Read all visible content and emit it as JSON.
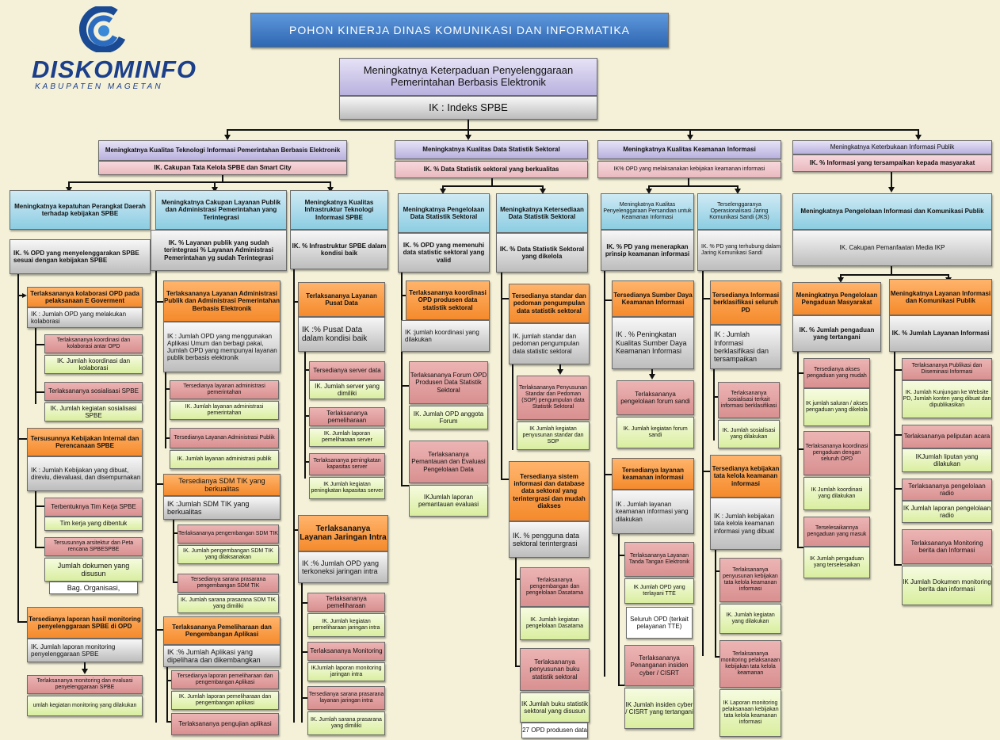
{
  "header": {
    "title": "POHON KINERJA DINAS KOMUNIKASI DAN INFORMATIKA",
    "logo_text": "DISKOMINFO",
    "logo_sub": "KABUPATEN MAGETAN"
  },
  "top": {
    "goal": "Meningkatnya Keterpaduan Penyelenggaraan Pemerintahan Berbasis Elektronik",
    "indicator": "IK : Indeks SPBE"
  },
  "col1": {
    "title": "Meningkatnya Kualitas Teknologi Informasi Pemerintahan Berbasis Elektronik",
    "ik": "IK. Cakupan Tata Kelola SPBE dan Smart City",
    "a_title": "Meningkatnya kepatuhan Perangkat Daerah terhadap kebijakan SPBE",
    "a_ik": "IK. % OPD yang menyelenggarakan SPBE sesuai dengan kebijakan SPBE",
    "a1": "Terlaksananya kolaborasi OPD pada pelaksanaan E Goverment",
    "a1_ik": "IK : Jumlah OPD yang melakukan kolaborasi",
    "a1a": "Terlaksananya koordinasi dan kolaborasi antar OPD",
    "a1a_ik": "IK. Jumlah koordinasi dan kolaborasi",
    "a1b": "Terlaksananya sosialisasi SPBE",
    "a1b_ik": "IK. Jumlah kegiatan sosialisasi SPBE",
    "a2": "Tersusunnya Kebijakan Internal dan Perencanaan SPBE",
    "a2_ik": "IK : Jumlah Kebijakan yang dibuat, direviu, dievaluasi, dan disempurnakan",
    "a2a": "Terbentuknya Tim Kerja SPBE",
    "a2a_ik": "Tim kerja yang dibentuk",
    "a2b": "Tersusunnya arsitektur dan Peta rencana SPBESPBE",
    "a2b_ik": "Jumlah dokumen yang disusun",
    "a2b_note": "Bag. Organisasi,",
    "a3": "Tersedianya laporan hasil monitoring penyelenggaraan SPBE di OPD",
    "a3_ik": "IK. Jumlah laporan monitoring penyelenggaraan SPBE",
    "a3a": "Terlaksananya monitoring dan evaluasi penyelenggaraan SPBE",
    "a3a_ik": "umlah kegiatan monitoring yang dilakukan",
    "b_title": "Meningkatnya Cakupan Layanan Publik dan Administrasi Pemerintahan yang Terintegrasi",
    "b_ik": "IK. % Layanan publik yang sudah terintegrasi % Layanan Administrasi Pemerintahan yg sudah Terintegrasi",
    "b1": "Terlaksananya Layanan Administrasi Publik dan Administrasi Pemerintahan Berbasis Elektronik",
    "b1_ik": "IK : Jumlah OPD yang menggunakan Aplikasi Umum dan berbagi pakai, Jumlah OPD yang mempunyai layanan publik berbasis elektronik",
    "b1a": "Tersedianya layanan administrasi pemerintahan",
    "b1a_ik": "IK. Jumlah layanan administrasi pemerintahan",
    "b1b": "Tersedianya Layanan Administrasi Publik",
    "b1b_ik": "IK. Jumlah layanan administrasi publik",
    "b2": "Tersedianya SDM TIK yang berkualitas",
    "b2_ik": "IK :Jumlah SDM TIK yang berkualitas",
    "b2a": "Terlaksananya pengembangan SDM TIK",
    "b2a_ik": "IK. Jumlah pengembangan SDM TIK yang dilaksanakan",
    "b2b": "Tersedianya sarana prasarana pengembangan SDM TIK",
    "b2b_ik": "IK. Jumlah sarana prasarana SDM TIK yang dimiliki",
    "b3": "Terlaksananya Pemeliharaan dan Pengembangan Aplikasi",
    "b3_ik": "IK :% Jumlah Aplikasi yang dipelihara dan dikembangkan",
    "b3a": "Tersedianya laporan pemeliharaan dan pengembangan Aplikasi",
    "b3a_ik": "IK. Jumlah laporan pemeliharaan dan pengembangan aplikasi",
    "b3b": "Terlaksananya pengujian aplikasi",
    "c_title": "Meningkatnya Kualitas Infrastruktur Teknologi Informasi SPBE",
    "c_ik": "IK. % Infrastruktur SPBE dalam kondisi baik",
    "c1": "Terlaksananya Layanan Pusat Data",
    "c1_ik": "IK :% Pusat Data dalam kondisi baik",
    "c1a": "Tersedianya server data",
    "c1a_ik": "IK. Jumlah server yang dimiliki",
    "c1b": "Terlaksananya pemeliharaan",
    "c1b_ik": "IK. Jumlah laporan pemeliharaan server",
    "c1c": "Terlaksananya peningkatan kapasitas server",
    "c1c_ik": "IK Jumlah kegiatan peningkatan kapasitas server",
    "c2": "Terlaksananya Layanan Jaringan Intra",
    "c2_ik": "IK :% Jumlah OPD yang terkoneksi jaringan intra",
    "c2a": "Terlaksananya pemeliharaan",
    "c2a_ik": "IK. Jumlah kegiatan pemeliharaan jaringan intra",
    "c2b": "Terlaksananya Monitoring",
    "c2b_ik": "IKJumlah laporan monitoring jaringan intra",
    "c2c": "Tersedianya sarana prasarana layanan jaringan intra",
    "c2c_ik": "IK. Jumlah sarana prasarana yang dimiliki"
  },
  "col2": {
    "title": "Meningkatnya Kualitas Data Statistik Sektoral",
    "ik": "IK. % Data Statistik sektoral yang berkualitas",
    "a_title": "Meningkatnya Pengelolaan Data Statistik Sektoral",
    "a_ik": "IK. % OPD yang memenuhi data statistic sektoral yang valid",
    "a1": "Terlaksananya koordinasi OPD produsen data statistik sektoral",
    "a1_ik": "IK :jumlah koordinasi yang dilakukan",
    "a1a": "Terlaksananya Forum OPD Produsen Data Statistik Sektoral",
    "a1a_ik": "IK. Jumlah OPD anggota Forum",
    "a1b": "Terlaksananya Pemantauan dan Evaluasi Pengelolaan Data",
    "a1b_ik": "IKJumlah laporan pemantauan evaluasi",
    "b_title": "Meningkatnya Ketersediaan Data Statistik Sektoral",
    "b_ik": "IK. % Data Statistik Sektoral yang dikelola",
    "b1": "Tersedianya standar dan pedoman pengumpulan data statistik sektoral",
    "b1_ik": "IK. jumlah standar dan pedoman pengumpulan data statistic sektoral",
    "b1a": "Terlaksananya Penyusunan Standar dan Pedoman (SOP) pengumpulan data Statistik Sektoral",
    "b1a_ik": "IK Jumlah kegiatan penyusunan standar dan SOP",
    "b2": "Tersedianya sistem informasi dan database data sektoral yang terintergrasi dan mudah diakses",
    "b2_ik": "IK. % pengguna data sektoral terintergrasi",
    "b2a": "Terlaksananya pengembangan dan pengelolaan Dasatama",
    "b2a_ik": "IK. Jumlah kegiatan pengelolaan Dasatama",
    "b2b": "Terlaksananya penyusunan buku statistik sektoral",
    "b2b_ik": "IK Jumlah buku statistik sektoral yang disusun",
    "b2b_note": "27 OPD produsen data"
  },
  "col3": {
    "title": "Meningkatnya Kualitas Keamanan Informasi",
    "ik": "IK% OPD yang melaksanakan kebijakan keamanan informasi",
    "a_title": "Meningkatnya Kualitas Penyelenggaraan Persandian untuk Keamanan Informasi",
    "a_ik": "IK. % PD yang menerapkan prinsip keamanan informasi",
    "a1": "Tersedianya Sumber Daya Keamanan Informasi",
    "a1_ik": "IK . % Peningkatan Kualitas Sumber Daya Keamanan Informasi",
    "a1a": "Terlaksananya pengelolaan forum sandi",
    "a1a_ik": "IK. Jumlah kegiatan forum sandi",
    "a2": "Tersedianya layanan keamanan informasi",
    "a2_ik": "IK . Jumlah layanan keamanan informasi yang dilakukan",
    "a2a": "Terlaksananya Layanan Tanda Tangan Elektronik",
    "a2a_ik": "IK Jumlah OPD yang terlayani TTE",
    "a2a_note": "Seluruh OPD (terkait pelayanan TTE)",
    "a2b": "Terlaksananya Penanganan insiden cyber / CISRT",
    "a2b_ik": "IK Jumlah insiden cyber / CISRT yang tertangani",
    "b_title": "Terselenggaranya Operasionalisasi Jaring Komunikasi Sandi (JKS)",
    "b_ik": "IK. % PD yang terhubung dalam Jaring Komunikasi Sandi",
    "b1": "Tersedianya Informasi berklasifikasi seluruh PD",
    "b1_ik": "IK : Jumlah Informasi berklasifikasi dan tersampaikan",
    "b1a": "Terlaksananya sosialisasi terkait informasi berklasifikasi",
    "b1a_ik": "IK. Jumlah sosialisasi yang dilakukan",
    "b2": "Tersedianya kebijakan tata kelola keamanan informasi",
    "b2_ik": "IK : Jumlah kebijakan tata kelola keamanan informasi yang dibuat",
    "b2a": "Terlaksananya penyusunan kebijakan tata kelola keamanan informasi",
    "b2a_ik": "IK. Jumlah kegiatan yang dilakukan",
    "b2b": "Terlaksananya monitoring pelaksanaan kebijakan tata kelola keamanan",
    "b2b_ik": "IK Laporan monitoring pelaksanaan kebijakan tata kelola keamanan informasi"
  },
  "col4": {
    "title": "Meningkatnya Keterbukaan Informasi Publik",
    "ik": "IK. % Informasi yang tersampaikan kepada masyarakat",
    "a_title": "Meningkatnya Pengelolaan Informasi dan Komunikasi Publik",
    "a_ik": "IK. Cakupan Pemanfaatan Media IKP",
    "a1": "Meningkatnya Pengelolaan Pengaduan Masyarakat",
    "a1_ik": "IK. % Jumlah pengaduan yang tertangani",
    "a1a": "Tersedianya akses pengaduan yang mudah",
    "a1a_ik": "IK jumlah saluran / akses pengaduan yang dikelola",
    "a1b": "Terlaksananya koordinasi pengaduan dengan seluruh OPD",
    "a1b_ik": "IK Jumlah koordinasi yang dilakukan",
    "a1c": "Terselesaikannya pengaduan yang masuk",
    "a1c_ik": "IK Jumlah pengaduan yang terselesaikan",
    "a2": "Meningkatnya Layanan Informasi dan Komunikasi Publik",
    "a2_ik": "IK. % Jumlah Layanan Informasi",
    "a2a": "Terlaksananya Publikasi dan Diseminasi Informasi",
    "a2a_ik": "IK. Jumlah Kunjungan ke Website PD, Jumlah konten yang dibuat dan dipublikasikan",
    "a2b": "Terlaksananya peliputan acara",
    "a2b_ik": "IKJumlah liputan yang dilakukan",
    "a2c": "Terlaksananya pengelolaan radio",
    "a2c_ik": "IK Jumlah laporan pengelolaan radio",
    "a2d": "Terlaksananya Monitoring berita dan Informasi",
    "a2d_ik": "IK Jumlah Dokumen monitoring berita dan informasi"
  },
  "colors": {
    "title_bar": "#4a83c9",
    "lavender": "#c9c2ea",
    "pink": "#f0c8cd",
    "blue": "#a6d9ea",
    "orange": "#f7942f",
    "rose": "#dea0a0",
    "lime": "#e9f5bf"
  }
}
